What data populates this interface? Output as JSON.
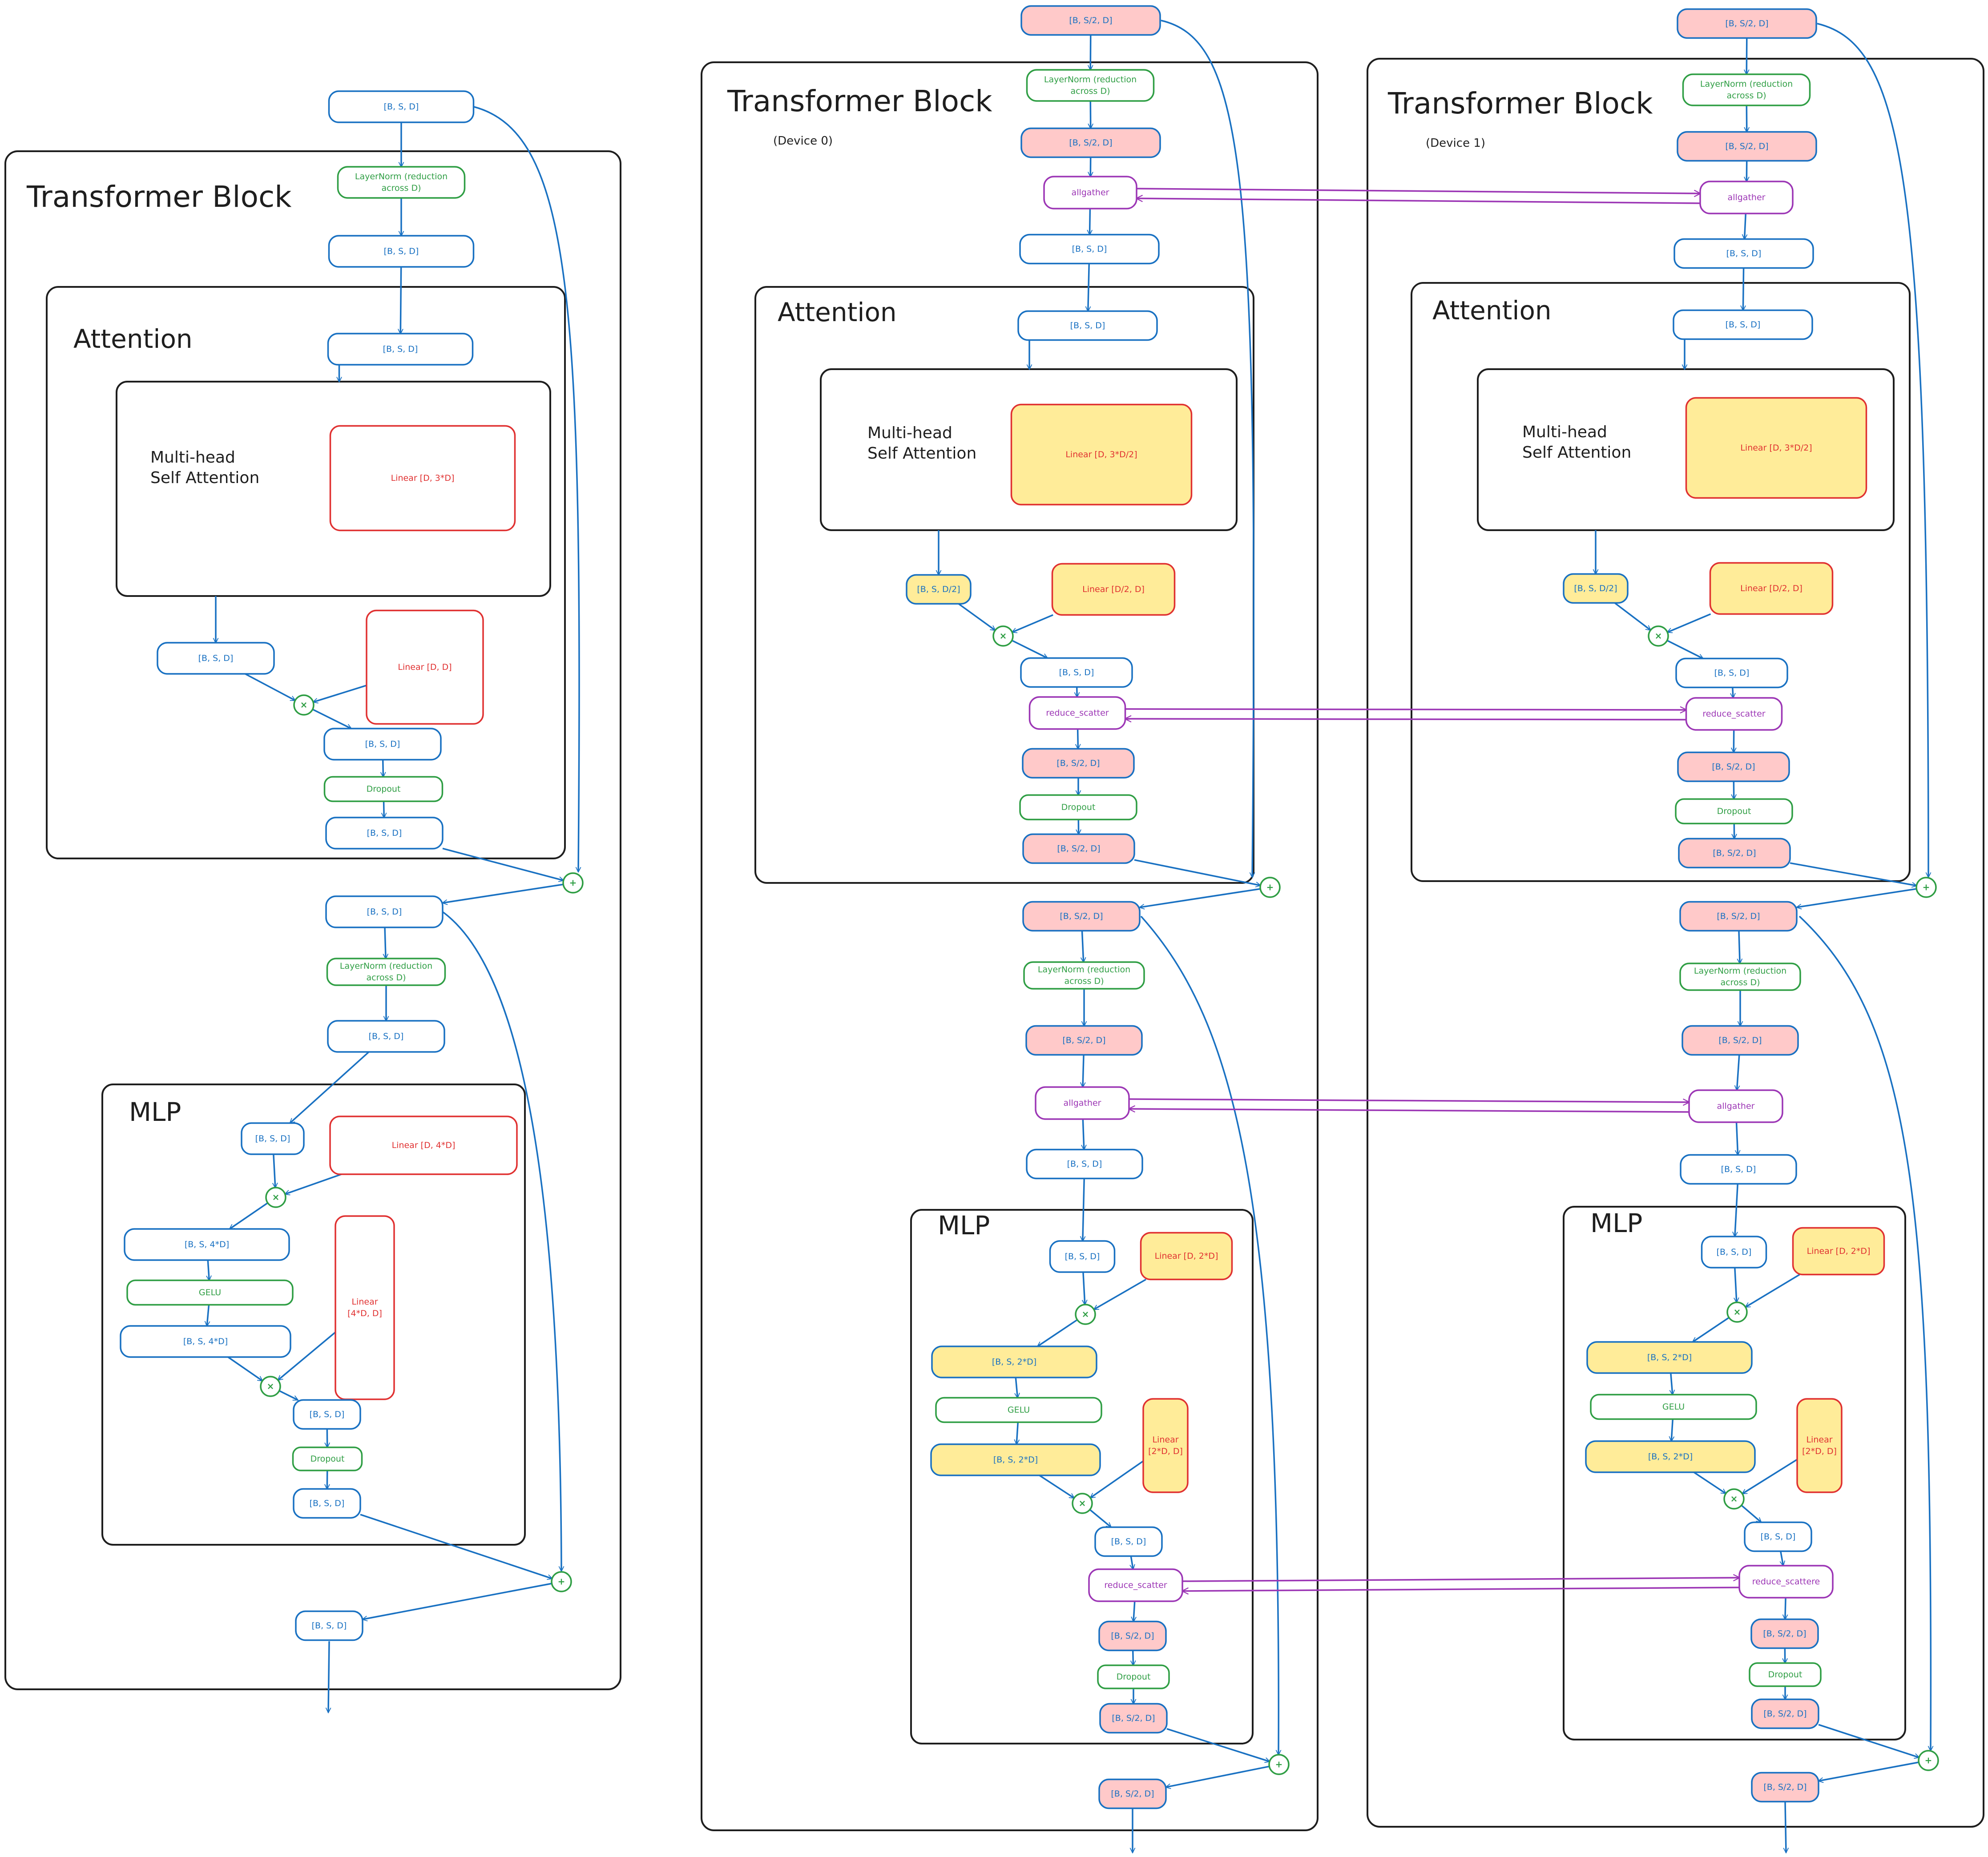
{
  "palette": {
    "tensor": "#1971c2",
    "norm": "#2f9e44",
    "weight": "#e03131",
    "collective": "#9c36b5",
    "sharded_fill": "#ffc9c9",
    "partitioned_fill": "#ffec99",
    "frame": "#1e1e1e"
  },
  "panels": [
    {
      "id": "single",
      "title": "Transformer Block",
      "subtitle": "",
      "attention_title": "Attention",
      "mhsa_title": [
        "Multi-head",
        "Self Attention"
      ],
      "mlp_title": "MLP",
      "nodes": {
        "in": {
          "label": "[B, S, D]",
          "kind": "tensor"
        },
        "ln1": {
          "label": "LayerNorm (reduction|across D)",
          "kind": "norm"
        },
        "t1": {
          "label": "[B, S, D]",
          "kind": "tensor"
        },
        "a_in": {
          "label": "[B, S, D]",
          "kind": "tensor"
        },
        "qkv": {
          "label": "Linear [D, 3*D]",
          "kind": "weight"
        },
        "a_out": {
          "label": "[B, S, D]",
          "kind": "tensor"
        },
        "proj": {
          "label": "Linear [D, D]",
          "kind": "weight"
        },
        "mul1": {
          "label": "×",
          "kind": "op"
        },
        "a_proj": {
          "label": "[B, S, D]",
          "kind": "tensor"
        },
        "drop1": {
          "label": "Dropout",
          "kind": "norm"
        },
        "a_drop": {
          "label": "[B, S, D]",
          "kind": "tensor"
        },
        "add1": {
          "label": "+",
          "kind": "op"
        },
        "res1": {
          "label": "[B, S, D]",
          "kind": "tensor"
        },
        "ln2": {
          "label": "LayerNorm (reduction|across D)",
          "kind": "norm"
        },
        "t2": {
          "label": "[B, S, D]",
          "kind": "tensor"
        },
        "m_in": {
          "label": "[B, S, D]",
          "kind": "tensor"
        },
        "fc1": {
          "label": "Linear [D, 4*D]",
          "kind": "weight"
        },
        "mul2": {
          "label": "×",
          "kind": "op"
        },
        "h1": {
          "label": "[B, S, 4*D]",
          "kind": "tensor"
        },
        "gelu": {
          "label": "GELU",
          "kind": "norm"
        },
        "h2": {
          "label": "[B, S, 4*D]",
          "kind": "tensor"
        },
        "fc2": {
          "label": "Linear|[4*D, D]",
          "kind": "weight"
        },
        "mul3": {
          "label": "×",
          "kind": "op"
        },
        "m_proj": {
          "label": "[B, S, D]",
          "kind": "tensor"
        },
        "drop2": {
          "label": "Dropout",
          "kind": "norm"
        },
        "m_drop": {
          "label": "[B, S, D]",
          "kind": "tensor"
        },
        "add2": {
          "label": "+",
          "kind": "op"
        },
        "out": {
          "label": "[B, S, D]",
          "kind": "tensor"
        }
      }
    },
    {
      "id": "device0",
      "title": "Transformer Block",
      "subtitle": "(Device 0)",
      "attention_title": "Attention",
      "mhsa_title": [
        "Multi-head",
        "Self Attention"
      ],
      "mlp_title": "MLP",
      "nodes": {
        "in": {
          "label": "[B, S/2, D]",
          "kind": "sharded"
        },
        "ln1": {
          "label": "LayerNorm (reduction|across D)",
          "kind": "norm"
        },
        "t1": {
          "label": "[B, S/2, D]",
          "kind": "sharded"
        },
        "ag1": {
          "label": "allgather",
          "kind": "collective"
        },
        "g1": {
          "label": "[B, S, D]",
          "kind": "tensor"
        },
        "a_in": {
          "label": "[B, S, D]",
          "kind": "tensor"
        },
        "qkv": {
          "label": "Linear [D, 3*D/2]",
          "kind": "weight_part"
        },
        "a_out": {
          "label": "[B, S, D/2]",
          "kind": "tensor_part"
        },
        "proj": {
          "label": "Linear [D/2, D]",
          "kind": "weight_part"
        },
        "mul1": {
          "label": "×",
          "kind": "op"
        },
        "a_proj": {
          "label": "[B, S, D]",
          "kind": "tensor"
        },
        "rs1": {
          "label": "reduce_scatter",
          "kind": "collective"
        },
        "a_rs": {
          "label": "[B, S/2, D]",
          "kind": "sharded"
        },
        "drop1": {
          "label": "Dropout",
          "kind": "norm"
        },
        "a_drop": {
          "label": "[B, S/2, D]",
          "kind": "sharded"
        },
        "add1": {
          "label": "+",
          "kind": "op"
        },
        "res1": {
          "label": "[B, S/2, D]",
          "kind": "sharded"
        },
        "ln2": {
          "label": "LayerNorm (reduction|across D)",
          "kind": "norm"
        },
        "t2": {
          "label": "[B, S/2, D]",
          "kind": "sharded"
        },
        "ag2": {
          "label": "allgather",
          "kind": "collective"
        },
        "g2": {
          "label": "[B, S, D]",
          "kind": "tensor"
        },
        "m_in": {
          "label": "[B, S, D]",
          "kind": "tensor"
        },
        "fc1": {
          "label": "Linear [D, 2*D]",
          "kind": "weight_part"
        },
        "mul2": {
          "label": "×",
          "kind": "op"
        },
        "h1": {
          "label": "[B, S, 2*D]",
          "kind": "tensor_part"
        },
        "gelu": {
          "label": "GELU",
          "kind": "norm"
        },
        "h2": {
          "label": "[B, S, 2*D]",
          "kind": "tensor_part"
        },
        "fc2": {
          "label": "Linear|[2*D, D]",
          "kind": "weight_part"
        },
        "mul3": {
          "label": "×",
          "kind": "op"
        },
        "m_proj": {
          "label": "[B, S, D]",
          "kind": "tensor"
        },
        "rs2": {
          "label": "reduce_scatter",
          "kind": "collective"
        },
        "m_rs": {
          "label": "[B, S/2, D]",
          "kind": "sharded"
        },
        "drop2": {
          "label": "Dropout",
          "kind": "norm"
        },
        "m_drop": {
          "label": "[B, S/2, D]",
          "kind": "sharded"
        },
        "add2": {
          "label": "+",
          "kind": "op"
        },
        "out": {
          "label": "[B, S/2, D]",
          "kind": "sharded"
        }
      }
    },
    {
      "id": "device1",
      "title": "Transformer Block",
      "subtitle": "(Device 1)",
      "attention_title": "Attention",
      "mhsa_title": [
        "Multi-head",
        "Self Attention"
      ],
      "mlp_title": "MLP",
      "nodes": {
        "in": {
          "label": "[B, S/2, D]",
          "kind": "sharded"
        },
        "ln1": {
          "label": "LayerNorm (reduction|across D)",
          "kind": "norm"
        },
        "t1": {
          "label": "[B, S/2, D]",
          "kind": "sharded"
        },
        "ag1": {
          "label": "allgather",
          "kind": "collective"
        },
        "g1": {
          "label": "[B, S, D]",
          "kind": "tensor"
        },
        "a_in": {
          "label": "[B, S, D]",
          "kind": "tensor"
        },
        "qkv": {
          "label": "Linear [D, 3*D/2]",
          "kind": "weight_part"
        },
        "a_out": {
          "label": "[B, S, D/2]",
          "kind": "tensor_part"
        },
        "proj": {
          "label": "Linear [D/2, D]",
          "kind": "weight_part"
        },
        "mul1": {
          "label": "×",
          "kind": "op"
        },
        "a_proj": {
          "label": "[B, S, D]",
          "kind": "tensor"
        },
        "rs1": {
          "label": "reduce_scatter",
          "kind": "collective"
        },
        "a_rs": {
          "label": "[B, S/2, D]",
          "kind": "sharded"
        },
        "drop1": {
          "label": "Dropout",
          "kind": "norm"
        },
        "a_drop": {
          "label": "[B, S/2, D]",
          "kind": "sharded"
        },
        "add1": {
          "label": "+",
          "kind": "op"
        },
        "res1": {
          "label": "[B, S/2, D]",
          "kind": "sharded"
        },
        "ln2": {
          "label": "LayerNorm (reduction|across D)",
          "kind": "norm"
        },
        "t2": {
          "label": "[B, S/2, D]",
          "kind": "sharded"
        },
        "ag2": {
          "label": "allgather",
          "kind": "collective"
        },
        "g2": {
          "label": "[B, S, D]",
          "kind": "tensor"
        },
        "m_in": {
          "label": "[B, S, D]",
          "kind": "tensor"
        },
        "fc1": {
          "label": "Linear [D, 2*D]",
          "kind": "weight_part"
        },
        "mul2": {
          "label": "×",
          "kind": "op"
        },
        "h1": {
          "label": "[B, S, 2*D]",
          "kind": "tensor_part"
        },
        "gelu": {
          "label": "GELU",
          "kind": "norm"
        },
        "h2": {
          "label": "[B, S, 2*D]",
          "kind": "tensor_part"
        },
        "fc2": {
          "label": "Linear|[2*D, D]",
          "kind": "weight_part"
        },
        "mul3": {
          "label": "×",
          "kind": "op"
        },
        "m_proj": {
          "label": "[B, S, D]",
          "kind": "tensor"
        },
        "rs2": {
          "label": "reduce_scattere",
          "kind": "collective"
        },
        "m_rs": {
          "label": "[B, S/2, D]",
          "kind": "sharded"
        },
        "drop2": {
          "label": "Dropout",
          "kind": "norm"
        },
        "m_drop": {
          "label": "[B, S/2, D]",
          "kind": "sharded"
        },
        "add2": {
          "label": "+",
          "kind": "op"
        },
        "out": {
          "label": "[B, S/2, D]",
          "kind": "sharded"
        }
      }
    }
  ],
  "cross_device_links": [
    {
      "from": "device0.ag1",
      "to": "device1.ag1",
      "label": "allgather"
    },
    {
      "from": "device0.rs1",
      "to": "device1.rs1",
      "label": "reduce_scatter"
    },
    {
      "from": "device0.ag2",
      "to": "device1.ag2",
      "label": "allgather"
    },
    {
      "from": "device0.rs2",
      "to": "device1.rs2",
      "label": "reduce_scatter"
    }
  ]
}
